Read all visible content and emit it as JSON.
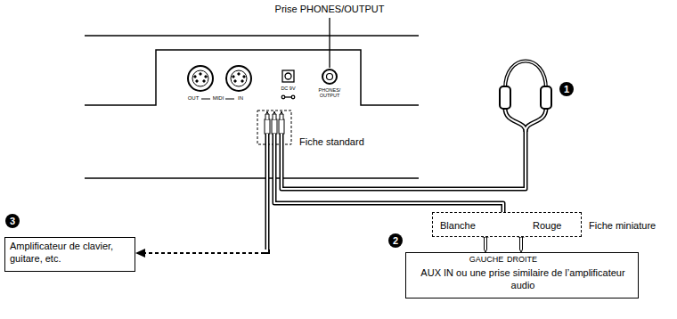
{
  "diagram": {
    "nodes": [
      {
        "text": [
          "Amplificateur de clavier, guitare, etc."
        ]
      },
      {
        "text": [
          "Blanche",
          "Rouge",
          "Fiche miniature"
        ]
      },
      {
        "text": [
          "GAUCHE",
          "DROITE",
          "AUX IN ou une prise similaire de l’amplificateur audio"
        ]
      }
    ],
    "labels": [
      "Prise PHONES/OUTPUT",
      "OUT",
      "MIDI",
      "IN",
      "DC 9V",
      "PHONES/ OUTPUT",
      "Fiche standard",
      "1",
      "2",
      "3"
    ]
  }
}
